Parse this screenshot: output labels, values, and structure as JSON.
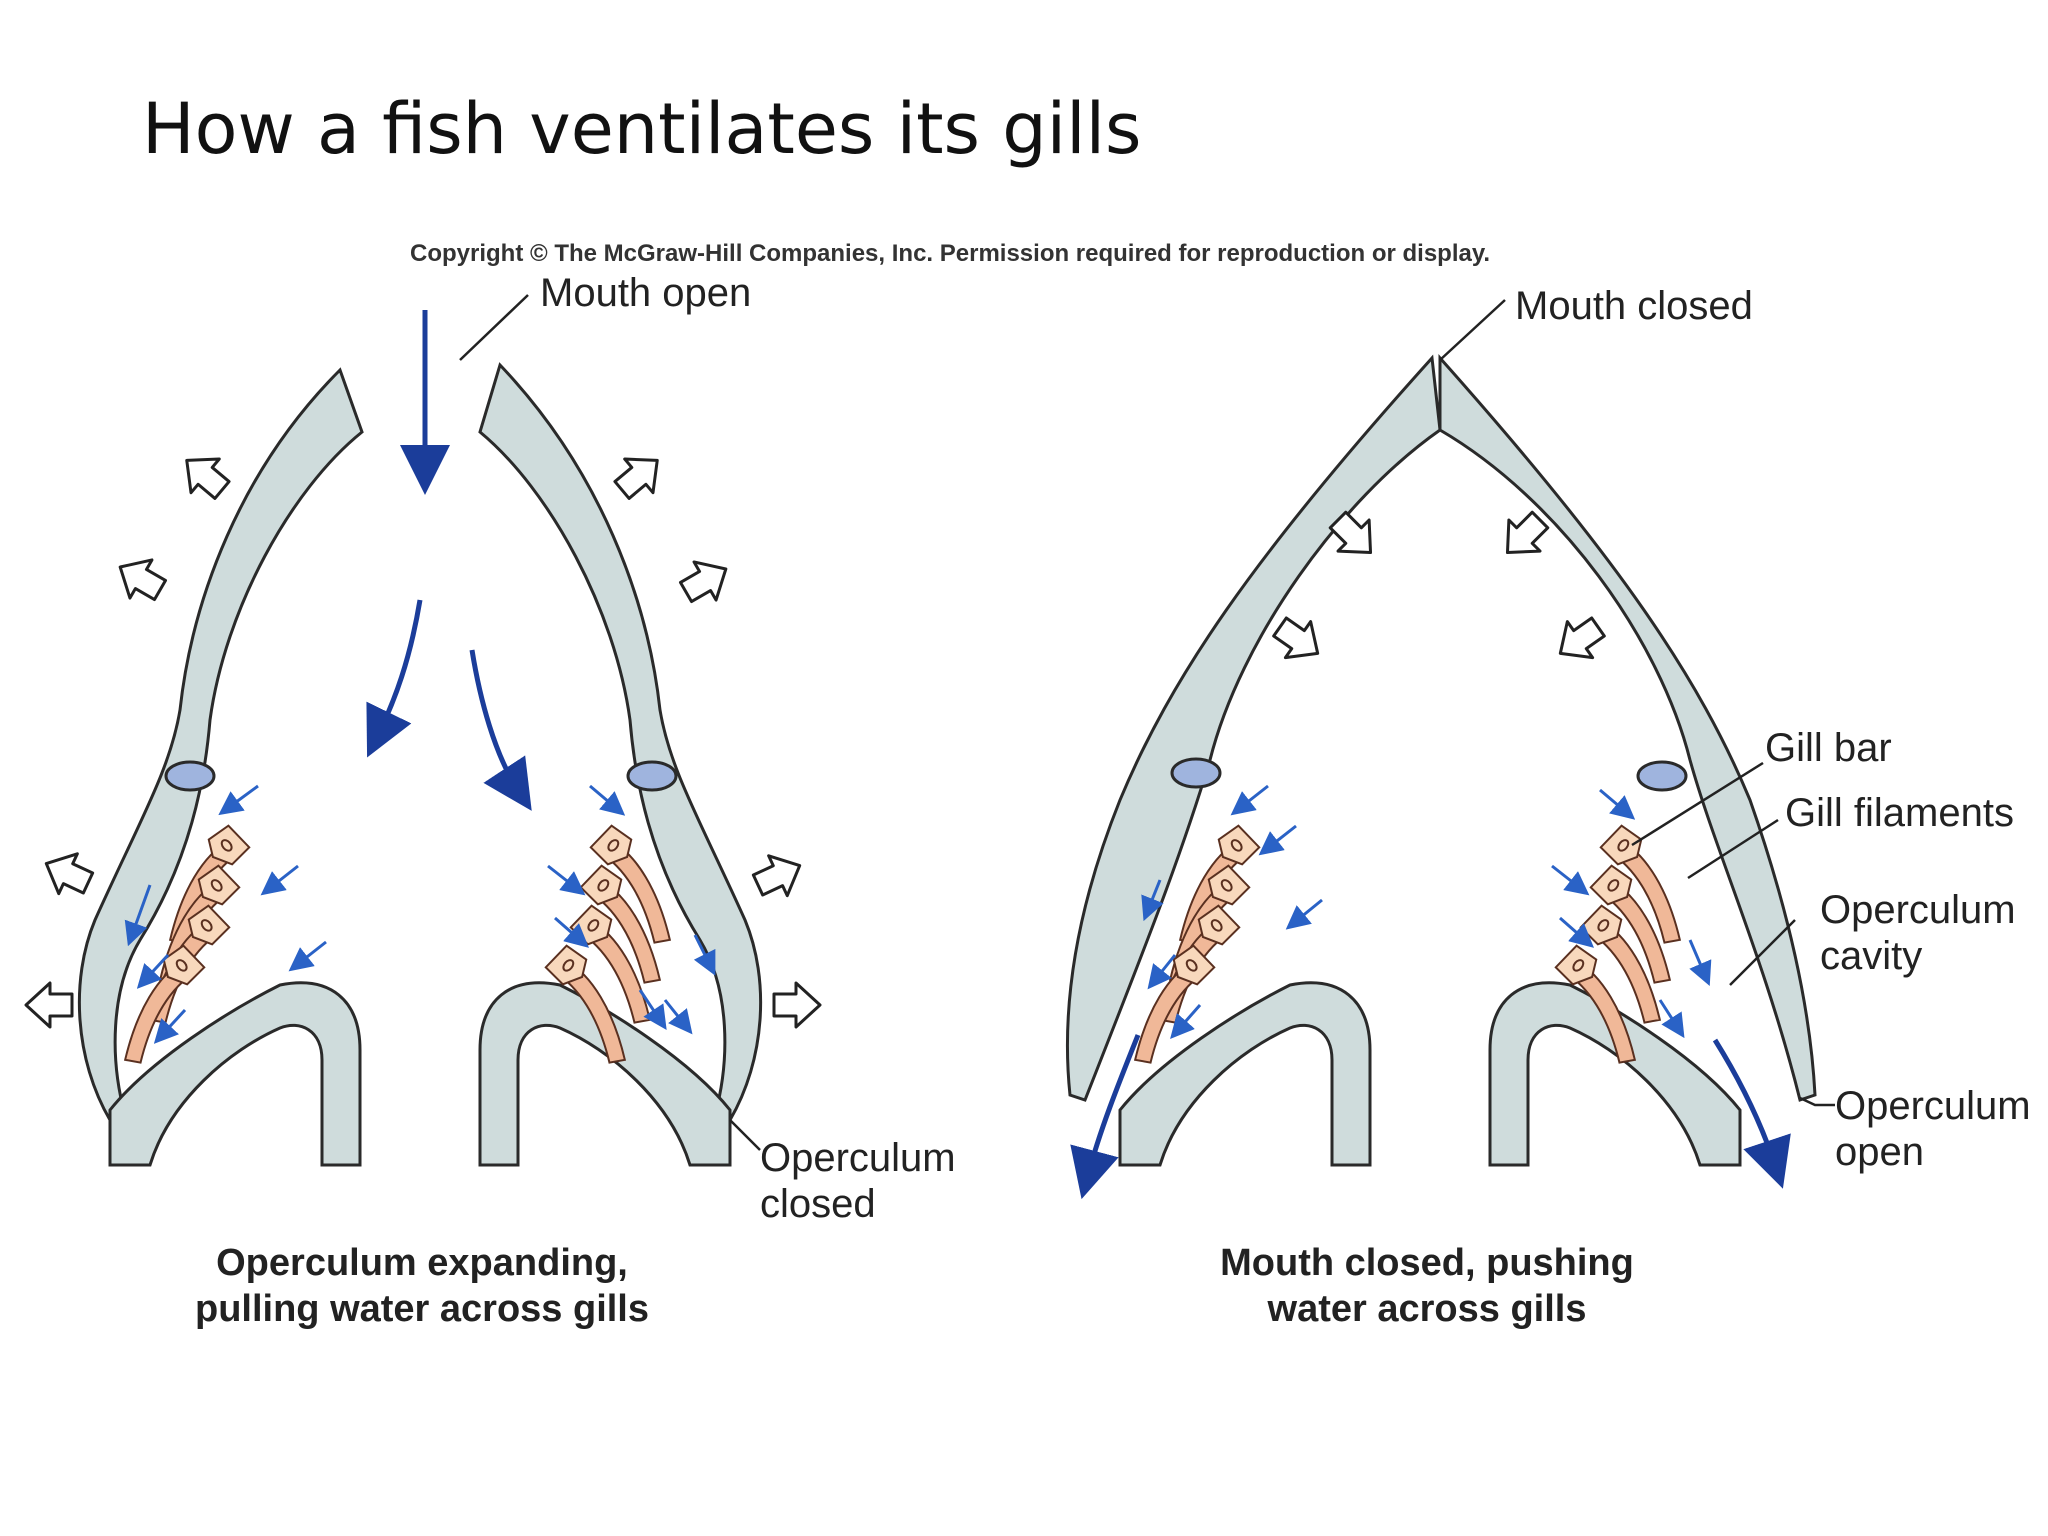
{
  "title": "How a fish ventilates its gills",
  "copyright": "Copyright © The McGraw-Hill Companies, Inc. Permission required for reproduction or display.",
  "left_panel": {
    "label_mouth": "Mouth open",
    "label_operculum": [
      "Operculum",
      "closed"
    ],
    "caption": [
      "Operculum expanding,",
      "pulling water across gills"
    ]
  },
  "right_panel": {
    "label_mouth": "Mouth closed",
    "label_gill_bar": "Gill bar",
    "label_gill_filaments": "Gill filaments",
    "label_operculum_cavity": [
      "Operculum",
      "cavity"
    ],
    "label_operculum_open": [
      "Operculum",
      "open"
    ],
    "caption": [
      "Mouth closed, pushing",
      "water across gills"
    ]
  },
  "colors": {
    "bone": "#cfdcdc",
    "gill_filament": "#f0b898",
    "water_flow": "#1b3d9a",
    "gill_bar_oval": "#9fb4de"
  }
}
